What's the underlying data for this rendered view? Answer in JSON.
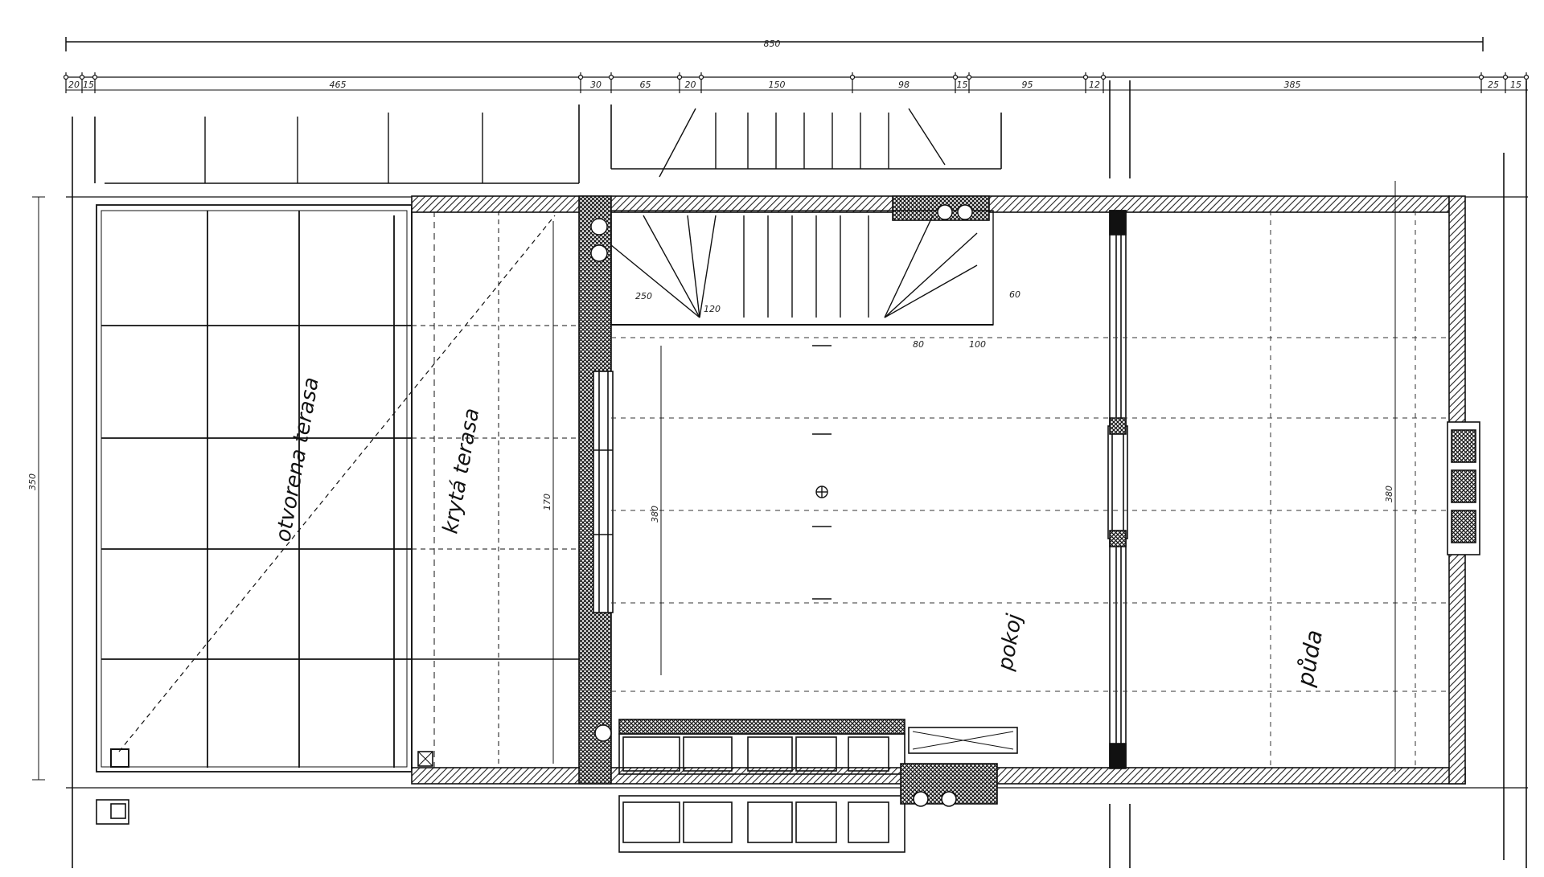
{
  "rooms": {
    "open_terrace": "otvorena terasa",
    "covered_terrace": "krytá terasa",
    "room": "pokoj",
    "attic": "půda"
  },
  "dimensions": {
    "overall": "850",
    "top_chain": [
      "20",
      "15",
      "465",
      "30",
      "65",
      "20",
      "150",
      "98",
      "15",
      "95",
      "12",
      "385",
      "25",
      "15"
    ],
    "left_side": "350",
    "room_height": "170",
    "room_width": "380",
    "attic_height": "380",
    "stair": [
      "250",
      "120",
      "60",
      "80",
      "100"
    ]
  },
  "colors": {
    "line": "#111111",
    "hatch": "#333333",
    "background": "#ffffff"
  }
}
